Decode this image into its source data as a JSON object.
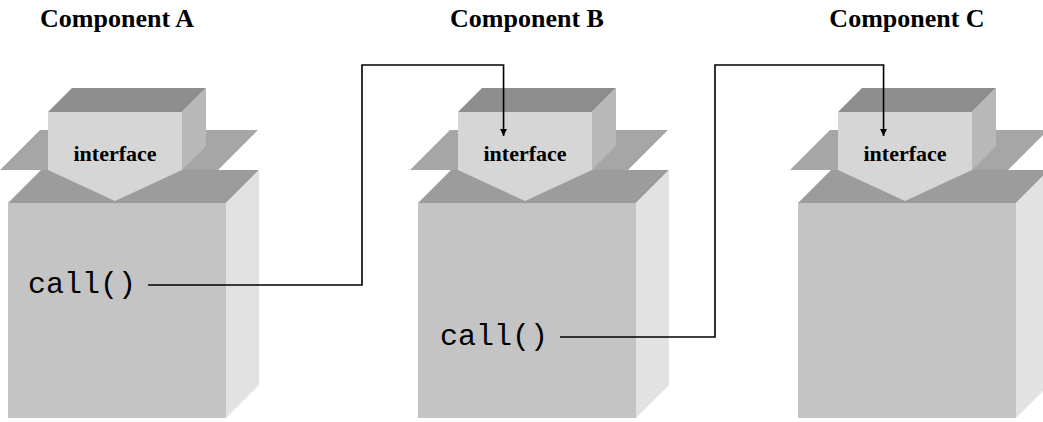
{
  "diagram": {
    "nodes": [
      {
        "text": [
          "Component A",
          "call()"
        ]
      },
      {
        "text": [
          "interface"
        ],
        "in": 0
      },
      {
        "text": [
          "Component B",
          "call()"
        ]
      },
      {
        "text": [
          "interface"
        ],
        "in": 2
      },
      {
        "text": [
          "Component C"
        ]
      },
      {
        "text": [
          "interface"
        ],
        "in": 4
      }
    ],
    "edges": [
      {
        "from": 0,
        "to": 3,
        "arrow": "to"
      },
      {
        "from": 2,
        "to": 5,
        "arrow": "to"
      }
    ]
  }
}
